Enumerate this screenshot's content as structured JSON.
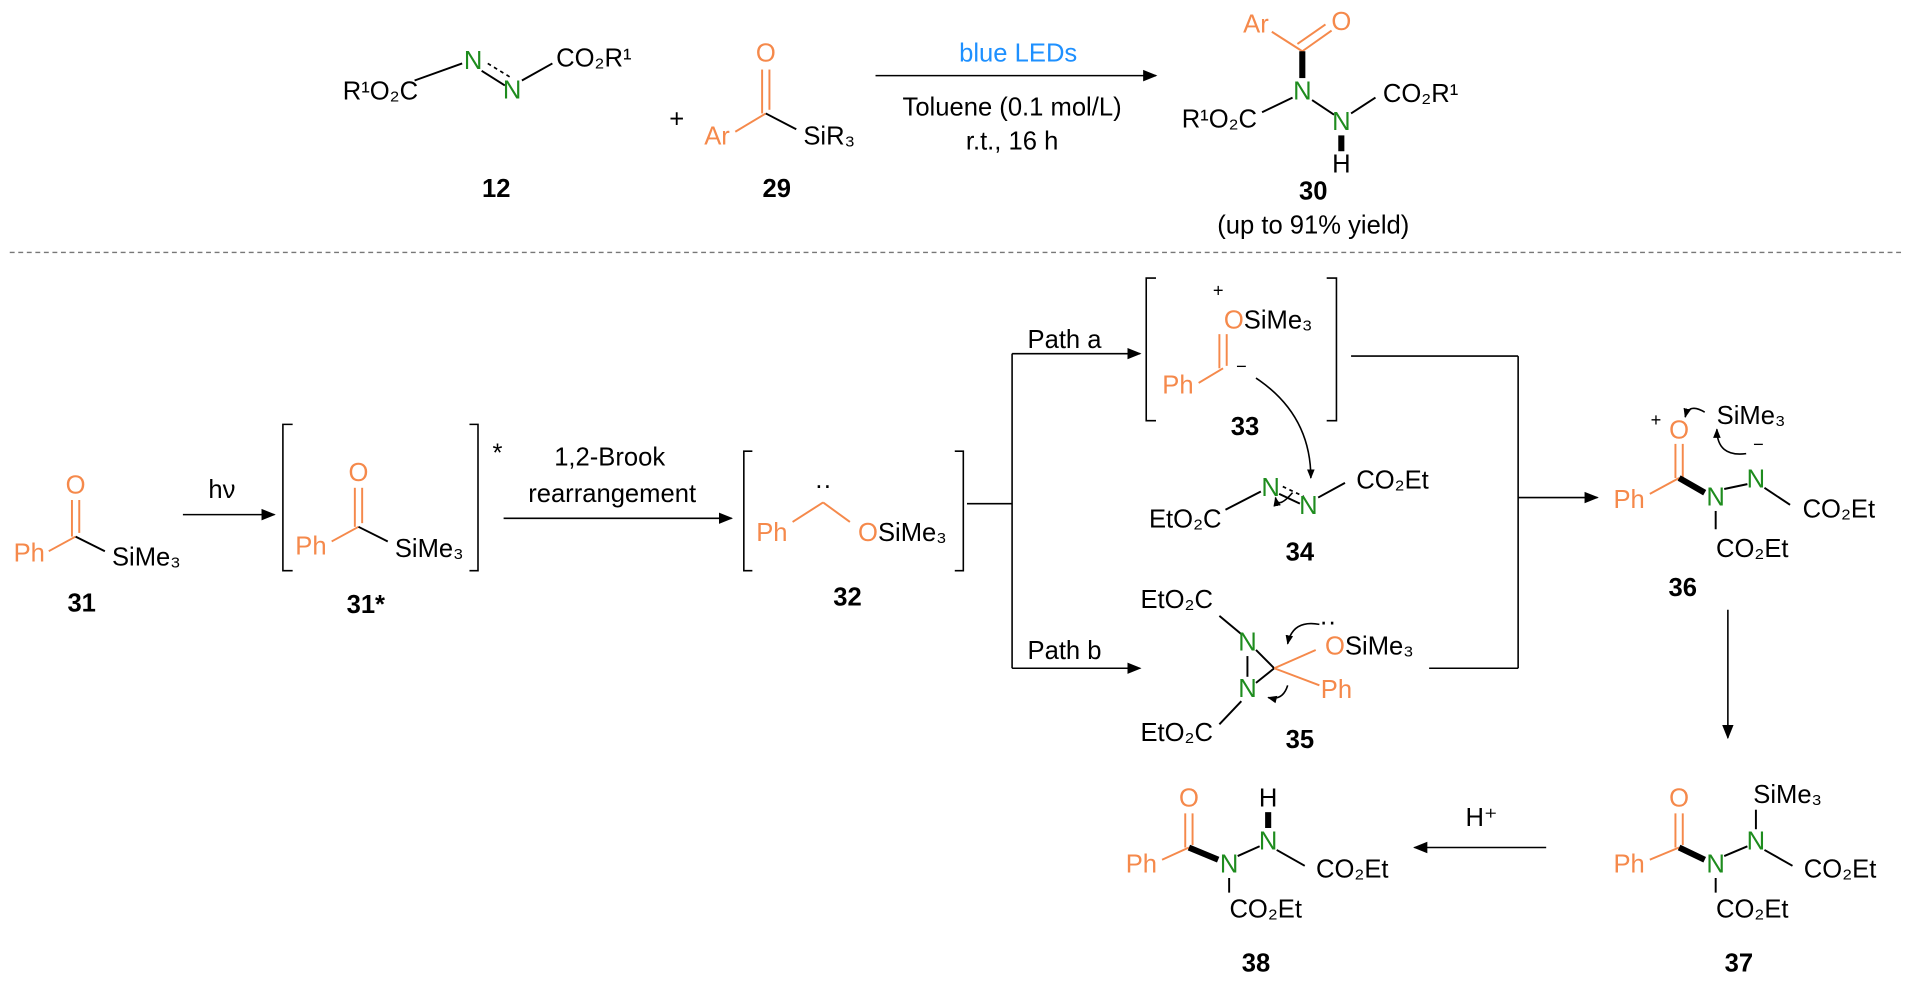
{
  "colors": {
    "orange": "#F5894B",
    "green": "#1E8C1E",
    "blue": "#1E90FF"
  },
  "top_reaction": {
    "reagent_12": {
      "left": "R¹O₂C",
      "n1": "N",
      "n2": "N",
      "right": "CO₂R¹",
      "label": "12"
    },
    "plus": "+",
    "reagent_29": {
      "o": "O",
      "ar": "Ar",
      "si": "SiR₃",
      "label": "29"
    },
    "conditions": {
      "light": "blue LEDs",
      "solvent": "Toluene (0.1 mol/L)",
      "temp_time": "r.t., 16 h"
    },
    "product_30": {
      "ar": "Ar",
      "o": "O",
      "n1": "N",
      "n2": "N",
      "left": "R¹O₂C",
      "right": "CO₂R¹",
      "h": "H",
      "label": "30",
      "yield": "(up to 91% yield)"
    }
  },
  "mechanism": {
    "c31": {
      "o": "O",
      "ph": "Ph",
      "si": "SiMe₃",
      "label": "31"
    },
    "hv": "hν",
    "c31s": {
      "o": "O",
      "ph": "Ph",
      "si": "SiMe₃",
      "star": "*",
      "label": "31*"
    },
    "brook": {
      "line1": "1,2-Brook",
      "line2": "rearrangement"
    },
    "c32": {
      "dots": "··",
      "ph": "Ph",
      "o": "O",
      "si": "SiMe₃",
      "label": "32"
    },
    "path_a": "Path a",
    "path_b": "Path b",
    "c33": {
      "plus": "+",
      "o": "O",
      "si": "SiMe₃",
      "ph": "Ph",
      "minus": "−",
      "label": "33"
    },
    "c34": {
      "left": "EtO₂C",
      "n1": "N",
      "n2": "N",
      "right": "CO₂Et",
      "label": "34"
    },
    "c35": {
      "top": "EtO₂C",
      "n1": "N",
      "n2": "N",
      "o": "O",
      "si": "SiMe₃",
      "dots": "··",
      "ph": "Ph",
      "bottom": "EtO₂C",
      "label": "35"
    },
    "c36": {
      "plus": "+",
      "o": "O",
      "si": "SiMe₃",
      "minus": "−",
      "ph": "Ph",
      "n1": "N",
      "n2": "N",
      "right": "CO₂Et",
      "down": "CO₂Et",
      "label": "36"
    },
    "c37": {
      "si": "SiMe₃",
      "o": "O",
      "ph": "Ph",
      "n1": "N",
      "n2": "N",
      "right": "CO₂Et",
      "down": "CO₂Et",
      "label": "37"
    },
    "acid": "H⁺",
    "c38": {
      "o": "O",
      "h": "H",
      "ph": "Ph",
      "n1": "N",
      "n2": "N",
      "right": "CO₂Et",
      "down": "CO₂Et",
      "label": "38"
    }
  }
}
